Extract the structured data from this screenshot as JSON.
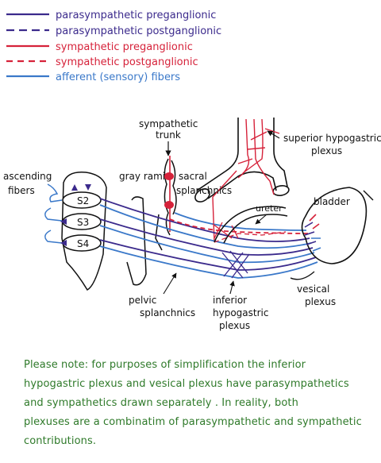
{
  "legend": {
    "items": [
      {
        "label": "parasympathetic preganglionic",
        "color": "#3b2a8c",
        "style": "solid"
      },
      {
        "label": "parasympathetic postganglionic",
        "color": "#3b2a8c",
        "style": "dashed"
      },
      {
        "label": "sympathetic preganglionic",
        "color": "#d6223a",
        "style": "solid"
      },
      {
        "label": "sympathetic postganglionic",
        "color": "#d6223a",
        "style": "dashed"
      },
      {
        "label": "afferent (sensory) fibers",
        "color": "#3a78c9",
        "style": "solid"
      }
    ]
  },
  "labels": {
    "sympathetic_trunk_1": "sympathetic",
    "sympathetic_trunk_2": "trunk",
    "superior_1": "superior hypogastric",
    "superior_2": "plexus",
    "ascending_1": "ascending",
    "ascending_2": "fibers",
    "gray_rami": "gray rami",
    "sacral_1": "sacral",
    "sacral_2": "splanchnics",
    "ureter": "ureter",
    "bladder": "bladder",
    "s2": "S2",
    "s3": "S3",
    "s4": "S4",
    "pelvic_1": "pelvic",
    "pelvic_2": "splanchnics",
    "inferior_1": "inferior",
    "inferior_2": "hypogastric",
    "inferior_3": "plexus",
    "vesical_1": "vesical",
    "vesical_2": "plexus"
  },
  "note": {
    "line1": "Please note: for purposes of simplification the inferior",
    "line2": "hypogastric plexus and vesical plexus have parasympathetics",
    "line3": "and sympathetics drawn separately . In reality, both",
    "line4": "plexuses are a combinatim of parasympathetic and sympathetic",
    "line5": "contributions."
  },
  "colors": {
    "para": "#3b2a8c",
    "symp": "#d6223a",
    "afferent": "#3a78c9",
    "ink": "#111111",
    "note": "#2f7a2a"
  }
}
